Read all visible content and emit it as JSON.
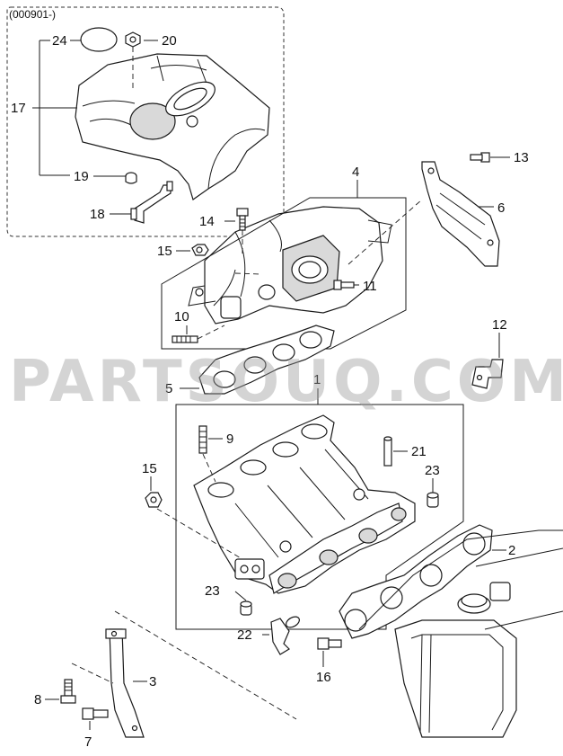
{
  "header": {
    "variant": "(000901-)"
  },
  "watermark": "PARTSOUQ.COM",
  "callouts": {
    "c24": "24",
    "c20": "20",
    "c17": "17",
    "c19": "19",
    "c18": "18",
    "c4": "4",
    "c14": "14",
    "c15a": "15",
    "c13": "13",
    "c6": "6",
    "c11": "11",
    "c10": "10",
    "c5": "5",
    "c1": "1",
    "c12": "12",
    "c9": "9",
    "c21": "21",
    "c15b": "15",
    "c23a": "23",
    "c2": "2",
    "c23b": "23",
    "c22": "22",
    "c16": "16",
    "c3": "3",
    "c8": "8",
    "c7": "7"
  }
}
